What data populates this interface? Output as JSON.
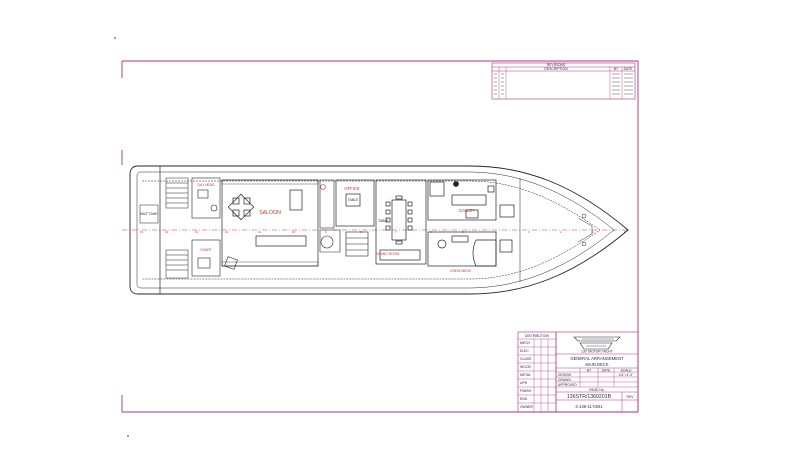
{
  "colors": {
    "paper": "#ffffff",
    "border": "#b0307a",
    "ink": "#23232f",
    "label_red": "#c0392b",
    "centerline": "#c0392b"
  },
  "revisions": {
    "header": "REVISIONS",
    "col_description": "DESCRIPTION",
    "col_by": "BY",
    "col_date": "DATE"
  },
  "rooms": {
    "saloon": "SALOON",
    "office": "OFFICE",
    "galley": "GALLEY",
    "dining_room": "DINING ROOM",
    "crew_mess": "CREW MESS",
    "table_office": "TABLE",
    "table_dining": "TABLE",
    "day_head": "DAY HEAD",
    "chart": "CHART",
    "swim_platform": "BAIT TANK"
  },
  "distribution": {
    "header": "DISTRIBUTION",
    "rows": [
      "MECH",
      "ELEC",
      "GLASS",
      "WOOD",
      "METAL",
      "UPH",
      "FINISH",
      "ENG",
      "OWNER"
    ]
  },
  "title_block": {
    "builder_line": "130' MOTOR YACHT",
    "drawing_title": "GENERAL ARRANGEMENT",
    "drawing_subtitle": "MAIN DECK",
    "col_by": "BY",
    "col_date": "DATE",
    "col_scale": "SCALE",
    "row_design": "DESIGN",
    "row_drawn": "DRAWN",
    "row_approved": "APPROVED",
    "scale_value": "1/4\"=1'-0\"",
    "sheet_label": "PAGE No.",
    "job_number": "136STR/1360201B",
    "drawing_number": "3-136-11-0201",
    "rev_label": "REV"
  }
}
